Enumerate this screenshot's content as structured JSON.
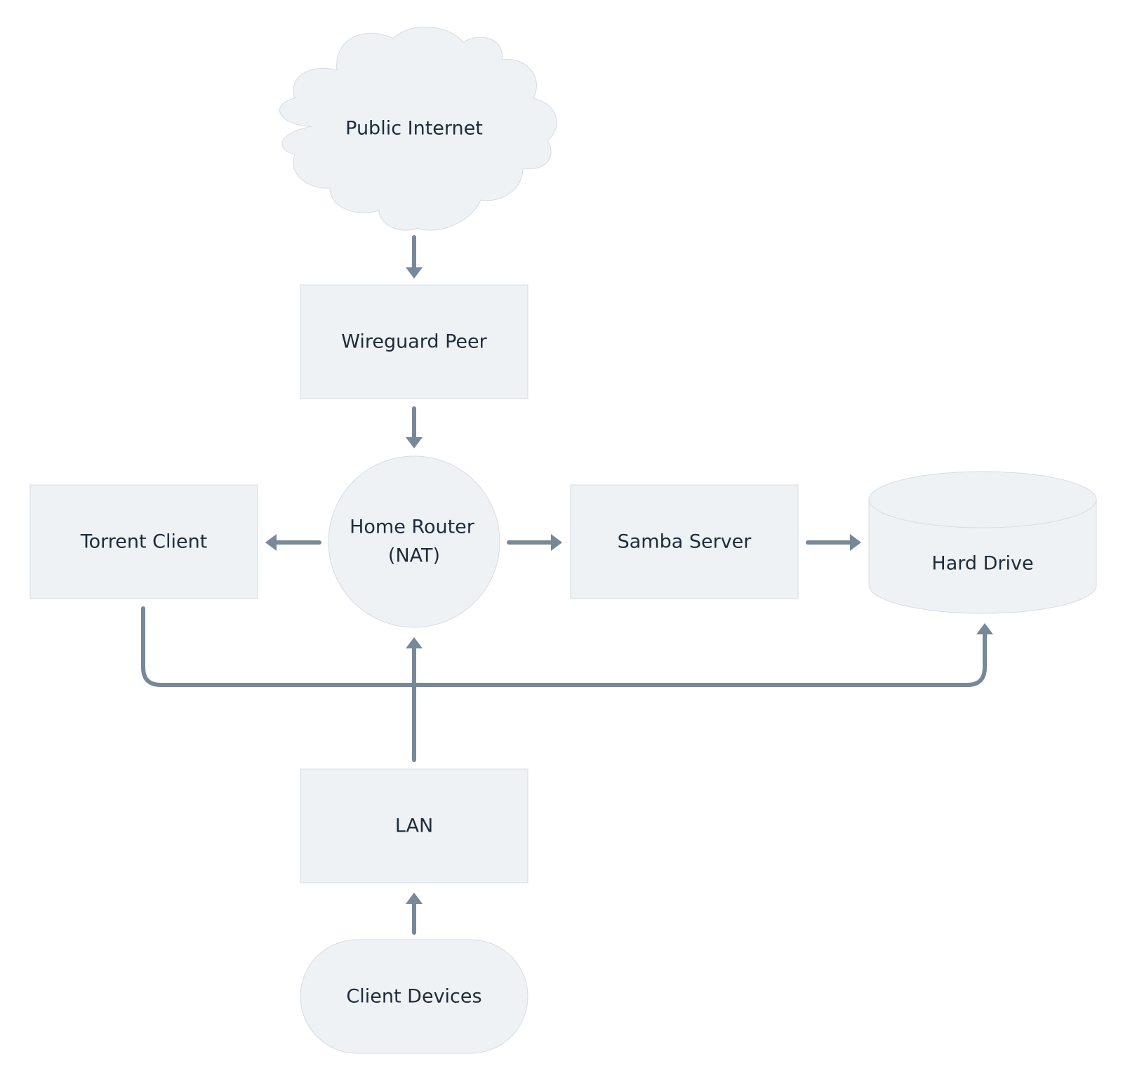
{
  "diagram": {
    "nodes": {
      "public_internet": {
        "label": "Public Internet",
        "shape": "cloud"
      },
      "wireguard_peer": {
        "label": "Wireguard Peer",
        "shape": "rectangle"
      },
      "home_router": {
        "label_line1": "Home Router",
        "label_line2": "(NAT)",
        "shape": "circle"
      },
      "torrent_client": {
        "label": "Torrent Client",
        "shape": "rectangle"
      },
      "samba_server": {
        "label": "Samba Server",
        "shape": "rectangle"
      },
      "hard_drive": {
        "label": "Hard Drive",
        "shape": "cylinder"
      },
      "lan": {
        "label": "LAN",
        "shape": "rectangle"
      },
      "client_devices": {
        "label": "Client Devices",
        "shape": "stadium"
      }
    },
    "edges": [
      {
        "from": "Public Internet",
        "to": "Wireguard Peer"
      },
      {
        "from": "Wireguard Peer",
        "to": "Home Router (NAT)"
      },
      {
        "from": "Home Router (NAT)",
        "to": "Torrent Client"
      },
      {
        "from": "Home Router (NAT)",
        "to": "Samba Server"
      },
      {
        "from": "Samba Server",
        "to": "Hard Drive"
      },
      {
        "from": "Torrent Client",
        "to": "Hard Drive"
      },
      {
        "from": "LAN",
        "to": "Home Router (NAT)"
      },
      {
        "from": "Client Devices",
        "to": "LAN"
      }
    ],
    "colors": {
      "node_fill": "#eff2f5",
      "node_stroke": "#d6dce2",
      "edge": "#778899",
      "text": "#1f2b3a",
      "background": "#ffffff"
    }
  }
}
